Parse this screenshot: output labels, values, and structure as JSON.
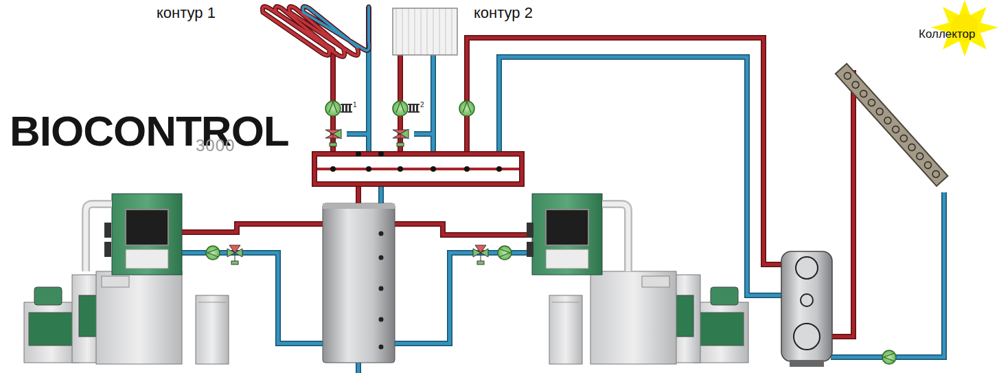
{
  "diagram": {
    "nodes": [
      {
        "text": [
          "контур 1"
        ]
      },
      {
        "text": [
          "контур 2"
        ]
      },
      {
        "text": [
          "Коллектор"
        ]
      }
    ],
    "labels": [
      "BIOCONTROL",
      "3000",
      "1",
      "2"
    ]
  }
}
